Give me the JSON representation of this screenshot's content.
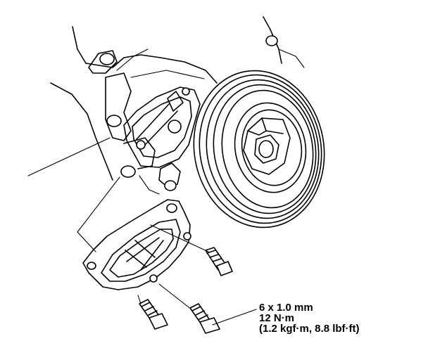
{
  "callout": {
    "size": "6 x 1.0 mm",
    "torque_nm": "12 N·m",
    "torque_alt": "(1.2 kgf·m, 8.8 lbf·ft)"
  }
}
